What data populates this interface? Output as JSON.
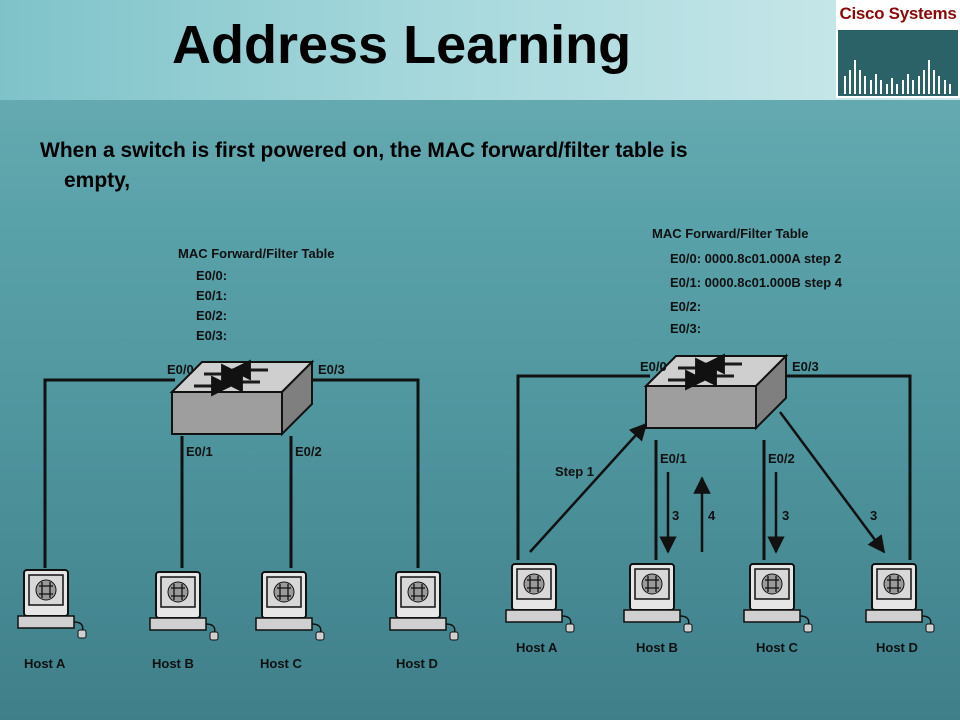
{
  "slide": {
    "title": "Address Learning",
    "logo_text": "Cisco Systems",
    "body_line1": "When a switch is first powered on, the MAC forward/filter table is",
    "body_line2": "empty,"
  },
  "left_diagram": {
    "table_title": "MAC Forward/Filter Table",
    "table_rows": [
      "E0/0:",
      "E0/1:",
      "E0/2:",
      "E0/3:"
    ],
    "ports": {
      "e00": "E0/0",
      "e01": "E0/1",
      "e02": "E0/2",
      "e03": "E0/3"
    },
    "hosts": [
      "Host A",
      "Host B",
      "Host C",
      "Host D"
    ]
  },
  "right_diagram": {
    "table_title": "MAC Forward/Filter Table",
    "table_rows": [
      "E0/0: 0000.8c01.000A  step 2",
      "E0/1: 0000.8c01.000B  step 4",
      "E0/2:",
      "E0/3:"
    ],
    "ports": {
      "e00": "E0/0",
      "e01": "E0/1",
      "e02": "E0/2",
      "e03": "E0/3"
    },
    "hosts": [
      "Host A",
      "Host B",
      "Host C",
      "Host D"
    ],
    "step_label": "Step 1",
    "arrow_labels": [
      "3",
      "4",
      "3",
      "3"
    ]
  },
  "colors": {
    "line": "#111111",
    "switch_top": "#c8c8c8",
    "switch_front": "#9a9a9a",
    "logo_red": "#8a0a0a"
  }
}
